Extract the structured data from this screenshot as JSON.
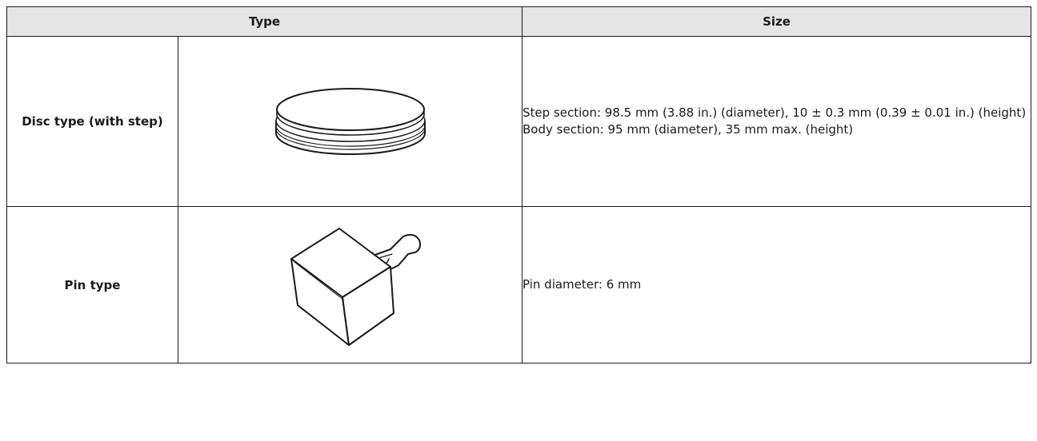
{
  "table": {
    "headers": {
      "type": "Type",
      "size": "Size"
    },
    "rows": [
      {
        "type_name": "Disc type (with step)",
        "figure_icon": "disc-with-step-icon",
        "size_lines": [
          "Step section: 98.5 mm (3.88 in.) (diameter), 10 ± 0.3 mm (0.39 ± 0.01 in.) (height)",
          "Body section: 95 mm (diameter), 35 mm max. (height)"
        ]
      },
      {
        "type_name": "Pin type",
        "figure_icon": "pin-type-block-icon",
        "size_lines": [
          "Pin diameter: 6 mm"
        ]
      }
    ]
  }
}
